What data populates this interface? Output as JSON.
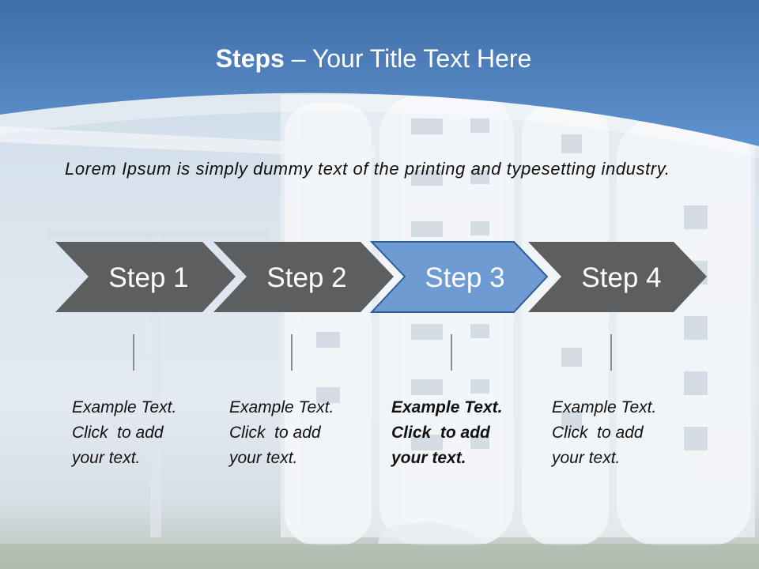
{
  "title": {
    "bold": "Steps",
    "rest": " – Your Title Text Here"
  },
  "intro": "Lorem Ipsum is simply dummy text of the printing and typesetting industry.",
  "steps": [
    {
      "label": "Step 1",
      "highlight": false,
      "lines": [
        "Example Text.",
        "Click  to add",
        "your text."
      ]
    },
    {
      "label": "Step 2",
      "highlight": false,
      "lines": [
        "Example Text.",
        "Click  to add",
        "your text."
      ]
    },
    {
      "label": "Step 3",
      "highlight": true,
      "lines": [
        "Example Text.",
        "Click  to add",
        "your text."
      ]
    },
    {
      "label": "Step 4",
      "highlight": false,
      "lines": [
        "Example Text.",
        "Click  to add",
        "your text."
      ]
    }
  ],
  "colors": {
    "header_blue": "#4a7cb7",
    "chevron_dark": "#5d5e5f",
    "chevron_highlight": "#6f9bd3",
    "highlight_border": "#2f5f99"
  }
}
